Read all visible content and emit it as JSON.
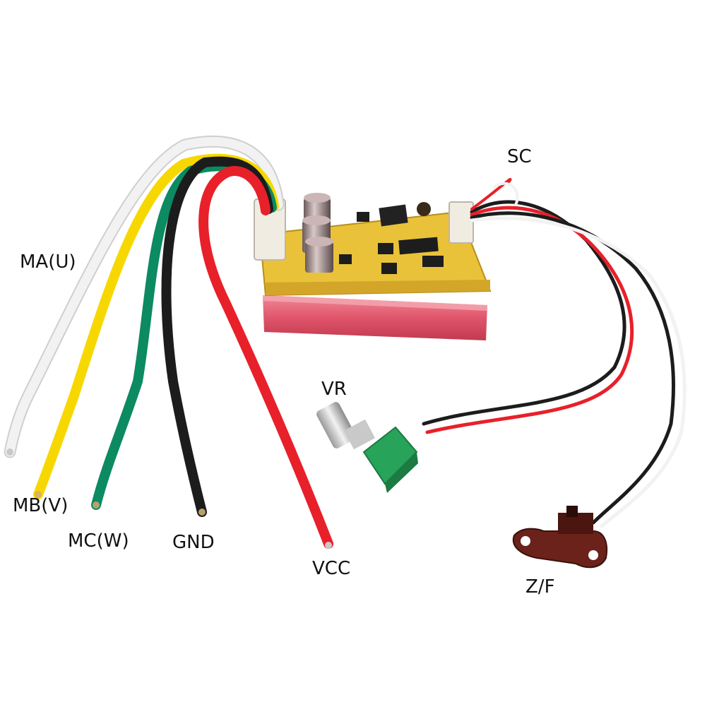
{
  "labels": {
    "ma": "MA(U)",
    "mb": "MB(V)",
    "mc": "MC(W)",
    "gnd": "GND",
    "vcc": "VCC",
    "sc": "SC",
    "vr": "VR",
    "zf": "Z/F"
  },
  "colors": {
    "wire_white": "#f2f2f2",
    "wire_yellow": "#f6d800",
    "wire_green": "#0c8a62",
    "wire_black": "#1c1c1c",
    "wire_red": "#e8202a",
    "heatsink": "#e0556a",
    "pcb": "#e9c23a",
    "potentiometer": "#27a35a",
    "switch": "#5a1a14"
  }
}
